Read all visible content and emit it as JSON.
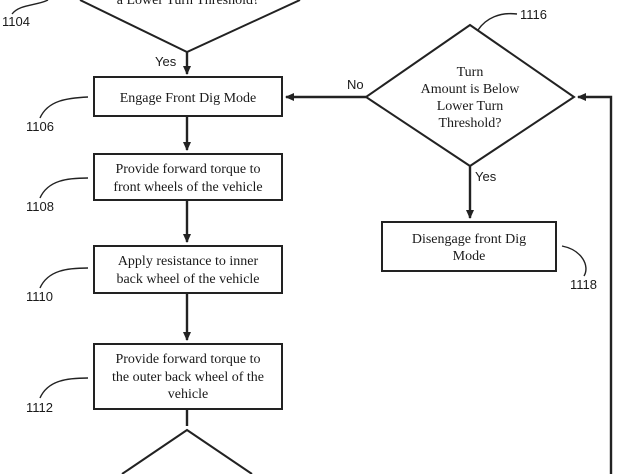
{
  "decision_top": {
    "line": "a Lower Turn Threshold?"
  },
  "decision_1116": {
    "lines": [
      "Turn",
      "Amount is Below",
      "Lower Turn",
      "Threshold?"
    ]
  },
  "steps": {
    "s1106": [
      "Engage Front Dig Mode"
    ],
    "s1108": [
      "Provide forward torque to",
      "front wheels of the vehicle"
    ],
    "s1110": [
      "Apply resistance to inner",
      "back wheel of the vehicle"
    ],
    "s1112": [
      "Provide forward torque to",
      "the outer back wheel of the",
      "vehicle"
    ],
    "s1118": [
      "Disengage front Dig",
      "Mode"
    ]
  },
  "labels": {
    "yes_top": "Yes",
    "no_1116": "No",
    "yes_1116": "Yes"
  },
  "refs": {
    "r1104": "1104",
    "r1106": "1106",
    "r1108": "1108",
    "r1110": "1110",
    "r1112": "1112",
    "r1116": "1116",
    "r1118": "1118"
  }
}
